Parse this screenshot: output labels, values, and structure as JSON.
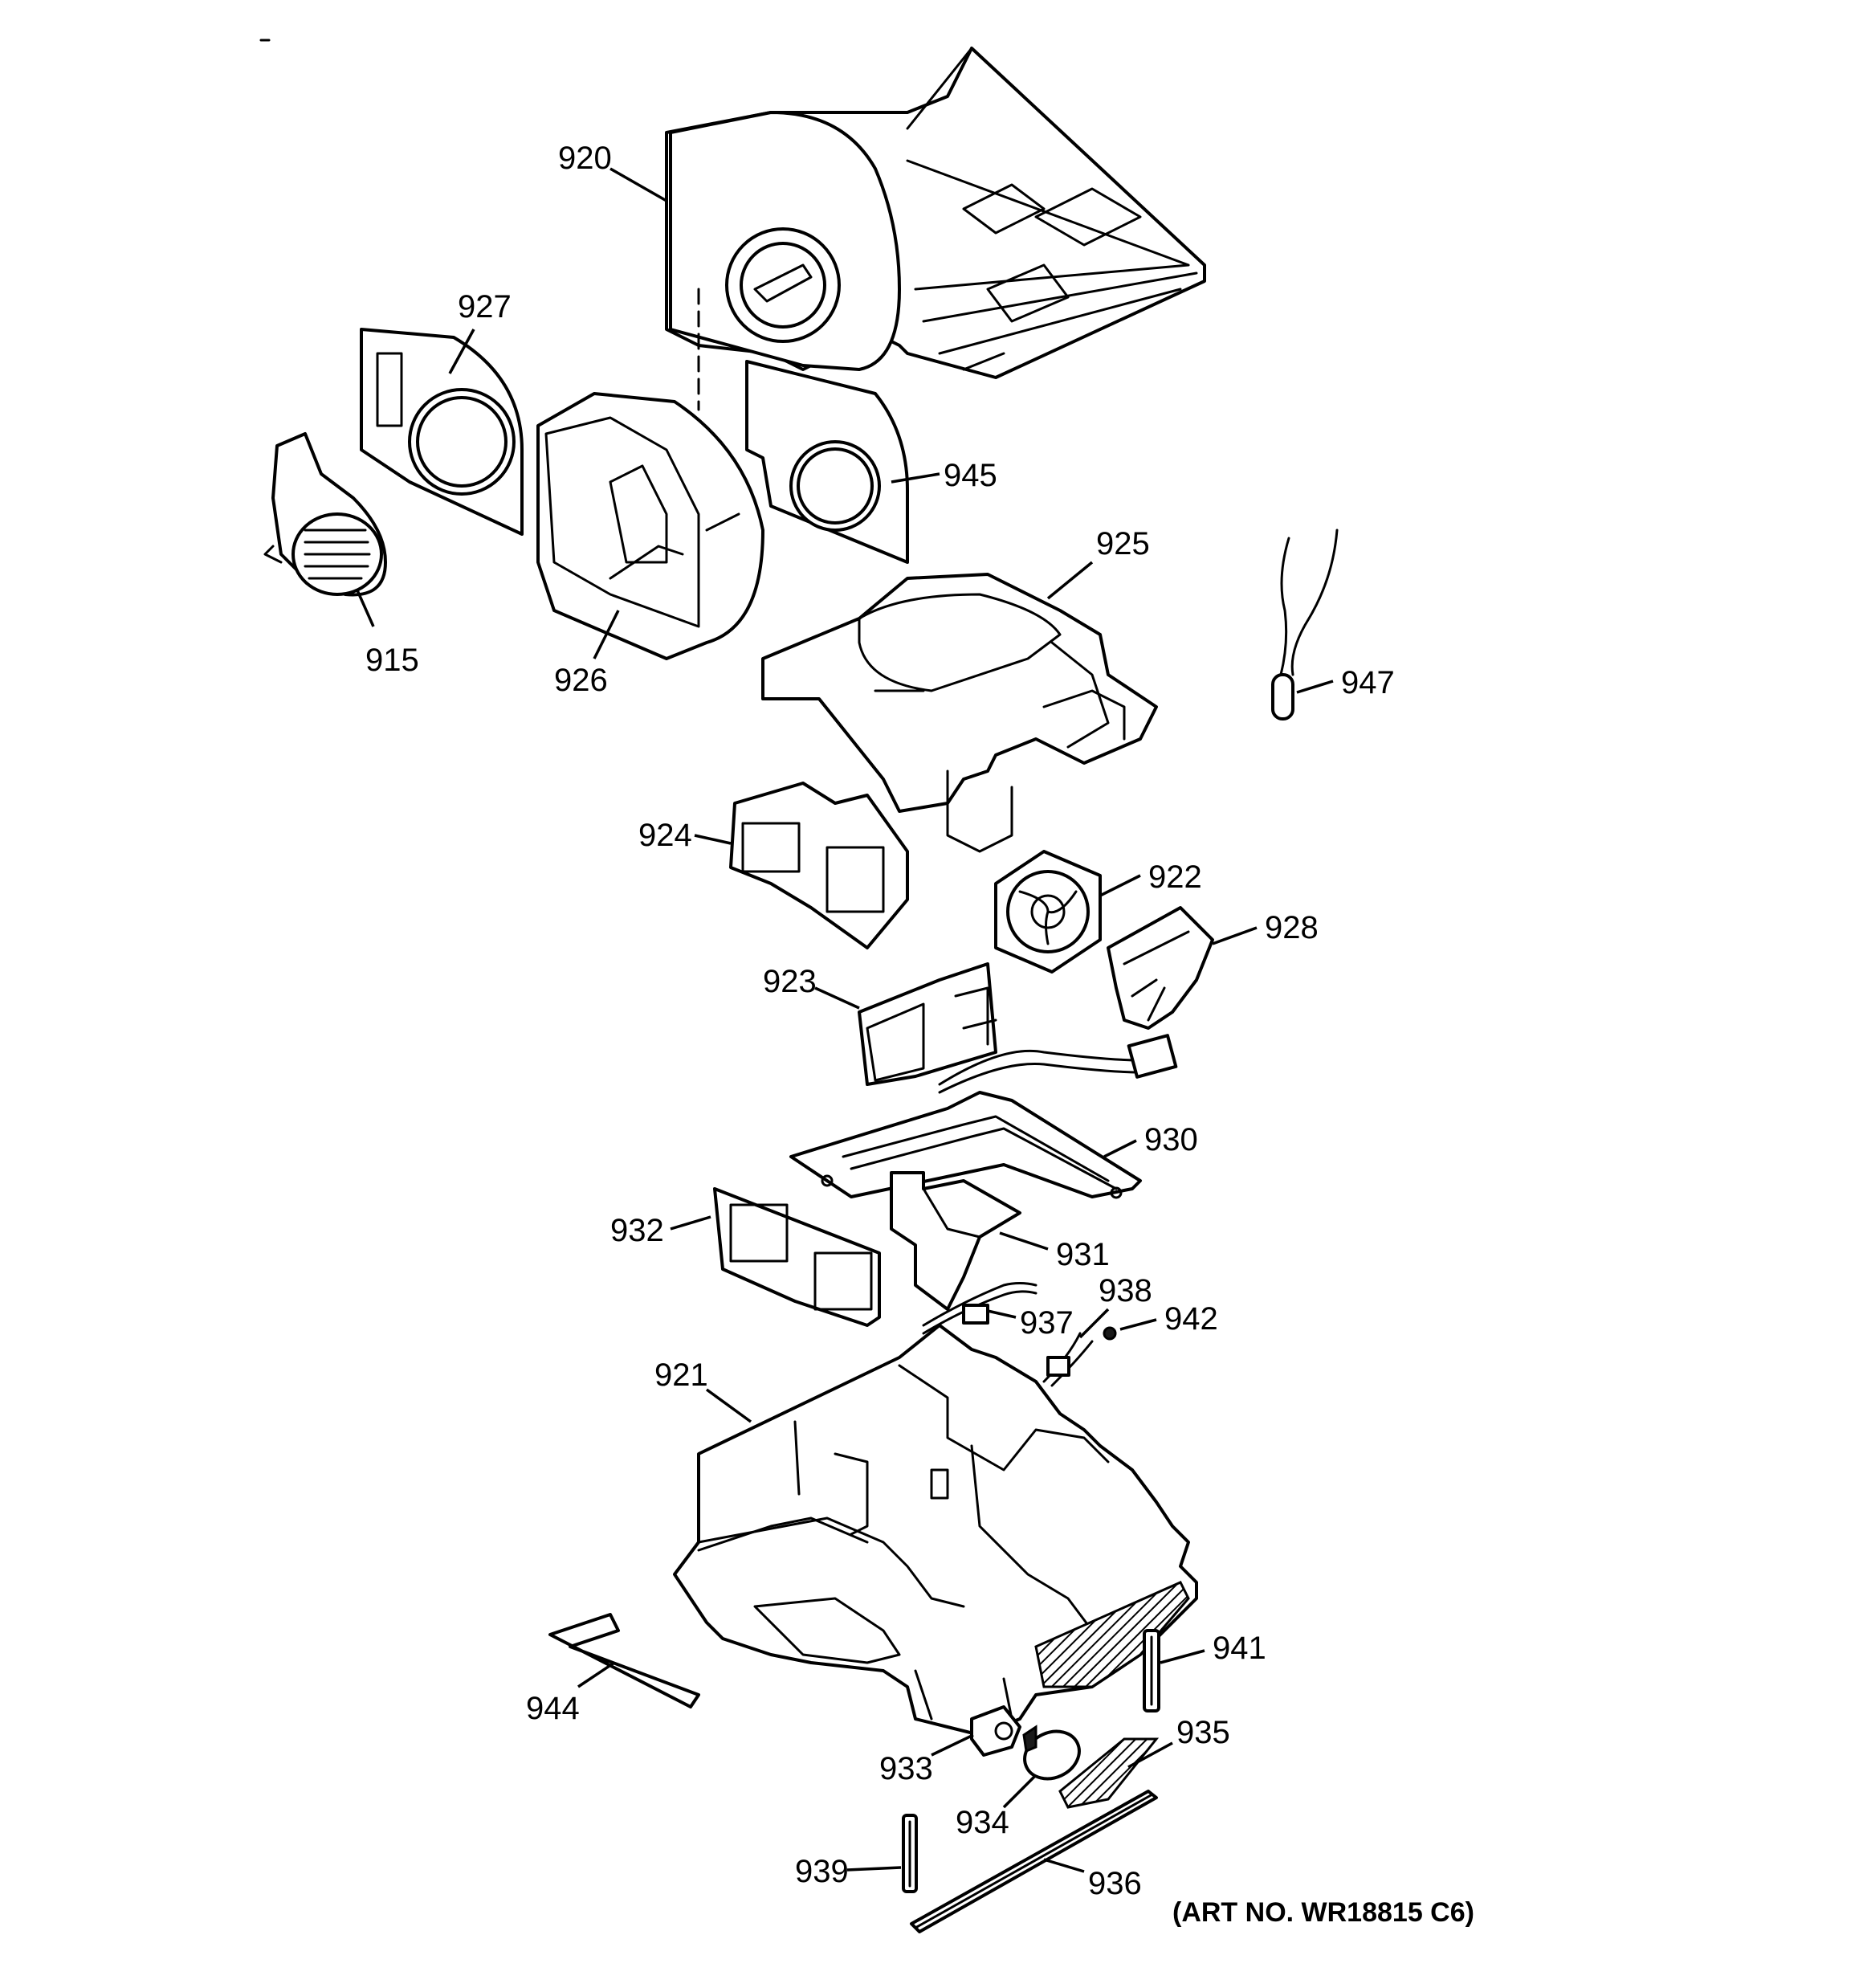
{
  "callouts": [
    {
      "id": "920",
      "label": "920"
    },
    {
      "id": "927",
      "label": "927"
    },
    {
      "id": "945",
      "label": "945"
    },
    {
      "id": "915",
      "label": "915"
    },
    {
      "id": "926",
      "label": "926"
    },
    {
      "id": "925",
      "label": "925"
    },
    {
      "id": "947",
      "label": "947"
    },
    {
      "id": "924",
      "label": "924"
    },
    {
      "id": "922",
      "label": "922"
    },
    {
      "id": "928",
      "label": "928"
    },
    {
      "id": "923",
      "label": "923"
    },
    {
      "id": "930",
      "label": "930"
    },
    {
      "id": "932",
      "label": "932"
    },
    {
      "id": "931",
      "label": "931"
    },
    {
      "id": "938",
      "label": "938"
    },
    {
      "id": "937",
      "label": "937"
    },
    {
      "id": "942",
      "label": "942"
    },
    {
      "id": "921",
      "label": "921"
    },
    {
      "id": "941",
      "label": "941"
    },
    {
      "id": "944",
      "label": "944"
    },
    {
      "id": "935",
      "label": "935"
    },
    {
      "id": "933",
      "label": "933"
    },
    {
      "id": "934",
      "label": "934"
    },
    {
      "id": "939",
      "label": "939"
    },
    {
      "id": "936",
      "label": "936"
    }
  ],
  "art_number": "(ART NO. WR18815 C6)"
}
